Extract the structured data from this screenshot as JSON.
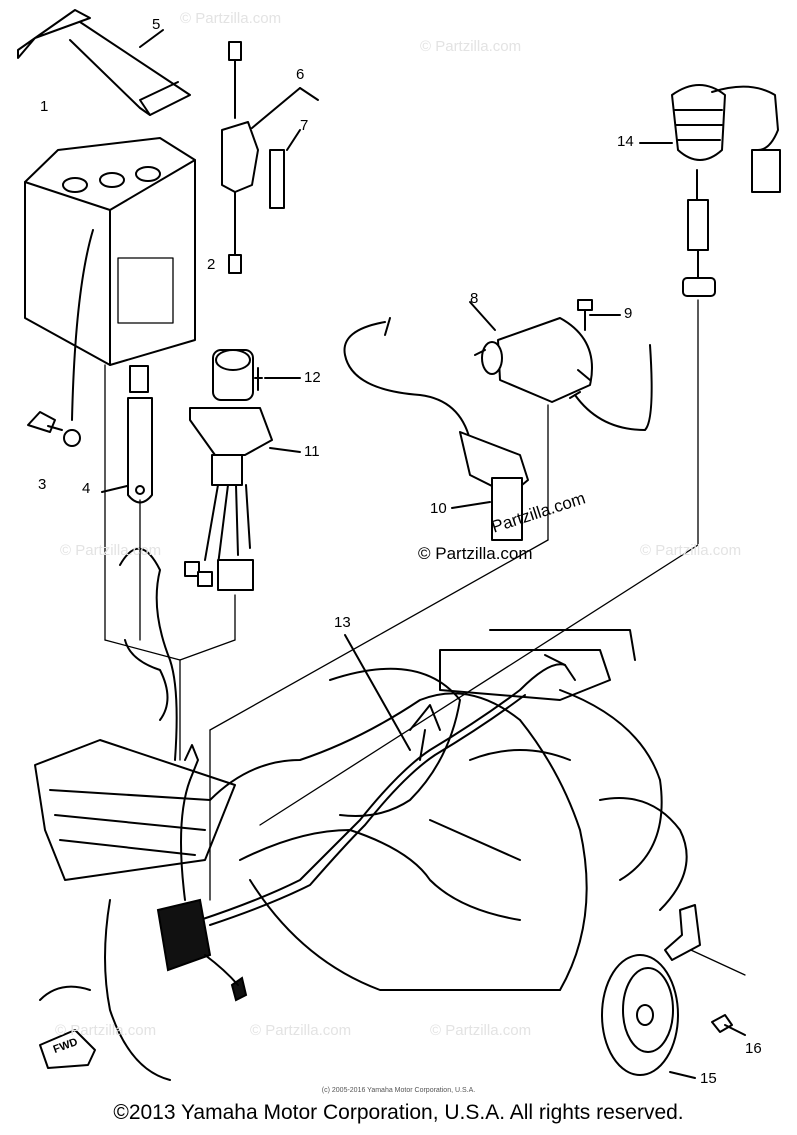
{
  "watermarks": {
    "top_left": "© Partzilla.com",
    "top_right": "© Partzilla.com",
    "mid_left": "© Partzilla.com",
    "mid_right": "© Partzilla.com",
    "center_bold": "© Partzilla.com",
    "bottom_left": "© Partzilla.com",
    "bottom_center": "© Partzilla.com",
    "bottom_right": "© Partzilla.com",
    "tilted": "Partzilla.com"
  },
  "callouts": [
    "1",
    "2",
    "3",
    "4",
    "5",
    "6",
    "7",
    "8",
    "9",
    "10",
    "11",
    "12",
    "13",
    "14",
    "15",
    "16"
  ],
  "direction_label": "FWD",
  "small_copyright": "(c) 2005-2016 Yamaha Motor Corporation, U.S.A.",
  "copyright": "©2013 Yamaha Motor Corporation, U.S.A. All rights reserved."
}
